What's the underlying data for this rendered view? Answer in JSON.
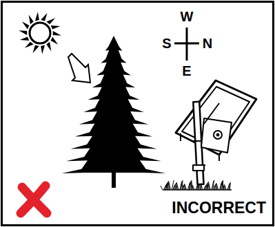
{
  "diagram": {
    "labels": [
      "W",
      "S",
      "N",
      "E",
      "INCORRECT"
    ]
  }
}
